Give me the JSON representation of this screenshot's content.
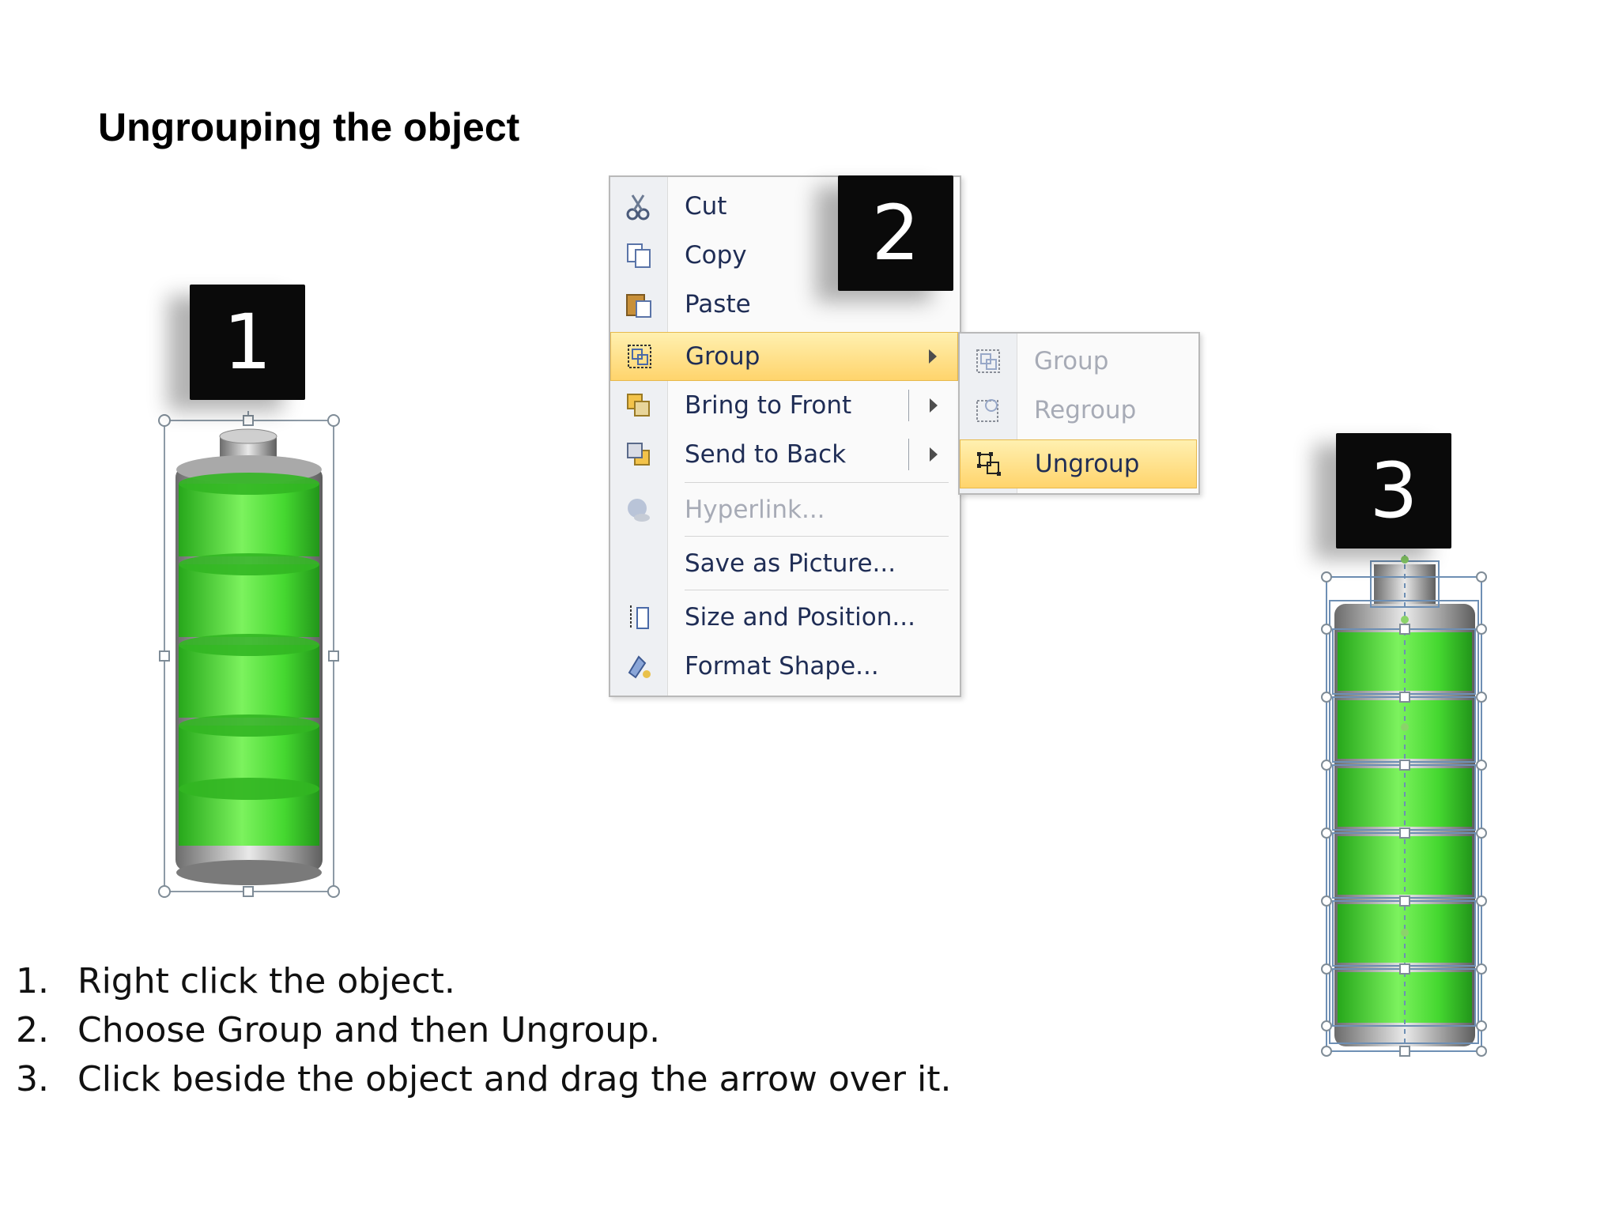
{
  "slide": {
    "title": "Ungrouping the object",
    "badges": [
      "1",
      "2",
      "3"
    ],
    "steps": [
      {
        "num": "1.",
        "text": "Right click the object."
      },
      {
        "num": "2.",
        "text": "Choose Group and then Ungroup."
      },
      {
        "num": "3.",
        "text": "Click beside the object and drag the arrow over it."
      }
    ]
  },
  "context_menu": {
    "items": [
      {
        "label": "Cut",
        "icon": "scissors-icon",
        "enabled": true
      },
      {
        "label": "Copy",
        "icon": "copy-icon",
        "enabled": true
      },
      {
        "label": "Paste",
        "icon": "paste-icon",
        "enabled": true
      },
      {
        "label": "Group",
        "icon": "group-icon",
        "enabled": true,
        "highlighted": true,
        "submenu": true
      },
      {
        "label": "Bring to Front",
        "icon": "bring-front-icon",
        "enabled": true,
        "submenu": true
      },
      {
        "label": "Send to Back",
        "icon": "send-back-icon",
        "enabled": true,
        "submenu": true
      },
      {
        "label": "Hyperlink...",
        "icon": "hyperlink-icon",
        "enabled": false
      },
      {
        "label": "Save as Picture...",
        "icon": "",
        "enabled": true
      },
      {
        "label": "Size and Position...",
        "icon": "size-position-icon",
        "enabled": true
      },
      {
        "label": "Format Shape...",
        "icon": "format-shape-icon",
        "enabled": true
      }
    ]
  },
  "submenu": {
    "items": [
      {
        "label": "Group",
        "icon": "group-icon",
        "enabled": false
      },
      {
        "label": "Regroup",
        "icon": "regroup-icon",
        "enabled": false
      },
      {
        "label": "Ungroup",
        "icon": "ungroup-icon",
        "enabled": true,
        "highlighted": true
      }
    ]
  },
  "colors": {
    "battery_green": "#3dd62a",
    "highlight": "#ffd46c",
    "badge": "#0a0a0a"
  }
}
